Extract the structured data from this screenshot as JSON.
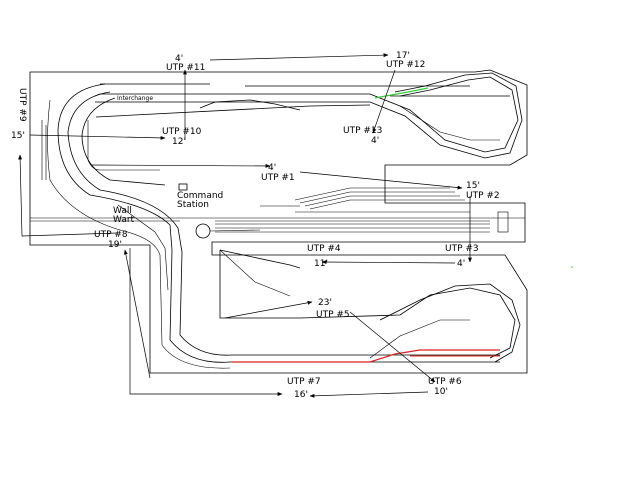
{
  "labels": {
    "interchange": "Interchange",
    "command_station_line1": "Command",
    "command_station_line2": "Station",
    "wall_wart_line1": "Wall",
    "wall_wart_line2": "Wart"
  },
  "runs": [
    {
      "id": "utp1",
      "name": "UTP #1",
      "length": "4'"
    },
    {
      "id": "utp2",
      "name": "UTP #2",
      "length": "15'"
    },
    {
      "id": "utp3",
      "name": "UTP #3",
      "length": "4'"
    },
    {
      "id": "utp4",
      "name": "UTP #4",
      "length": "11'"
    },
    {
      "id": "utp5",
      "name": "UTP #5",
      "length": "23'"
    },
    {
      "id": "utp6",
      "name": "UTP #6",
      "length": "10'"
    },
    {
      "id": "utp7",
      "name": "UTP #7",
      "length": "16'"
    },
    {
      "id": "utp8",
      "name": "UTP #8",
      "length": "19'"
    },
    {
      "id": "utp9",
      "name": "UTP #9",
      "length": "15'"
    },
    {
      "id": "utp10",
      "name": "UTP #10",
      "length": "12'"
    },
    {
      "id": "utp11",
      "name": "UTP #11",
      "length": "4'"
    },
    {
      "id": "utp12",
      "name": "UTP #12",
      "length": "17'"
    },
    {
      "id": "utp13",
      "name": "UTP #13",
      "length": "4'"
    }
  ],
  "colors": {
    "track": "#000000",
    "green_siding": "#33cc33",
    "red_siding": "#dd2222"
  }
}
